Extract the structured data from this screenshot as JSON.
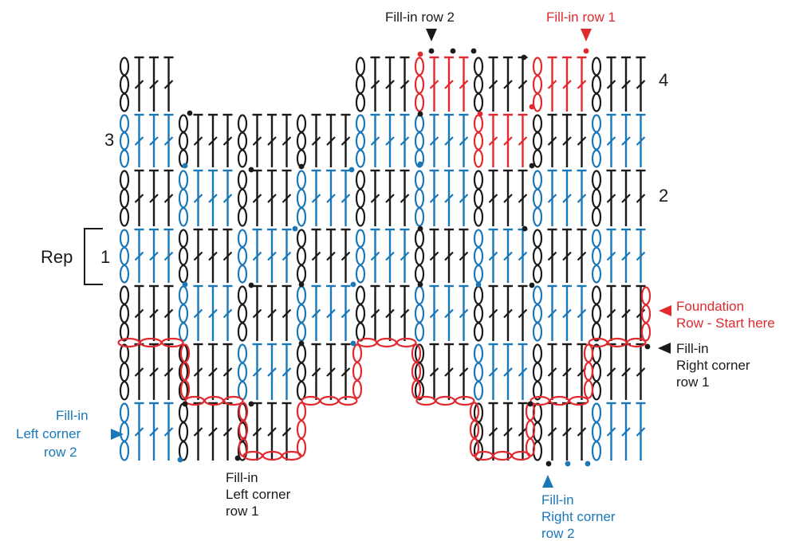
{
  "colors": {
    "black": "#1a1a1a",
    "blue": "#1a78b9",
    "red": "#e02a2f"
  },
  "row_numbers": [
    {
      "text": "4",
      "color": "black"
    },
    {
      "text": "3",
      "color": "black"
    },
    {
      "text": "2",
      "color": "black"
    },
    {
      "text": "1",
      "color": "black"
    }
  ],
  "rep_label": "Rep",
  "annotations": {
    "fill_in_row_2": {
      "lines": [
        "Fill-in row 2"
      ],
      "color": "black",
      "arrow": "down"
    },
    "fill_in_row_1": {
      "lines": [
        "Fill-in row 1"
      ],
      "color": "red",
      "arrow": "down"
    },
    "foundation_row": {
      "lines": [
        "Foundation",
        "Row - Start here"
      ],
      "color": "red",
      "arrow": "left"
    },
    "fill_in_right_corner_row_1": {
      "lines": [
        "Fill-in",
        "Right corner",
        "row 1"
      ],
      "color": "black",
      "arrow": "left"
    },
    "fill_in_left_corner_row_2": {
      "lines": [
        "Fill-in",
        "Left corner",
        "row 2"
      ],
      "color": "blue",
      "arrow": "right"
    },
    "fill_in_left_corner_row_1": {
      "lines": [
        "Fill-in",
        "Left corner",
        "row 1"
      ],
      "color": "black",
      "arrow": "none"
    },
    "fill_in_right_corner_row_2": {
      "lines": [
        "Fill-in",
        "Right corner",
        "row 2"
      ],
      "color": "blue",
      "arrow": "up"
    }
  },
  "stitch_symbols": [
    "chain",
    "double-crochet",
    "slip-stitch"
  ]
}
